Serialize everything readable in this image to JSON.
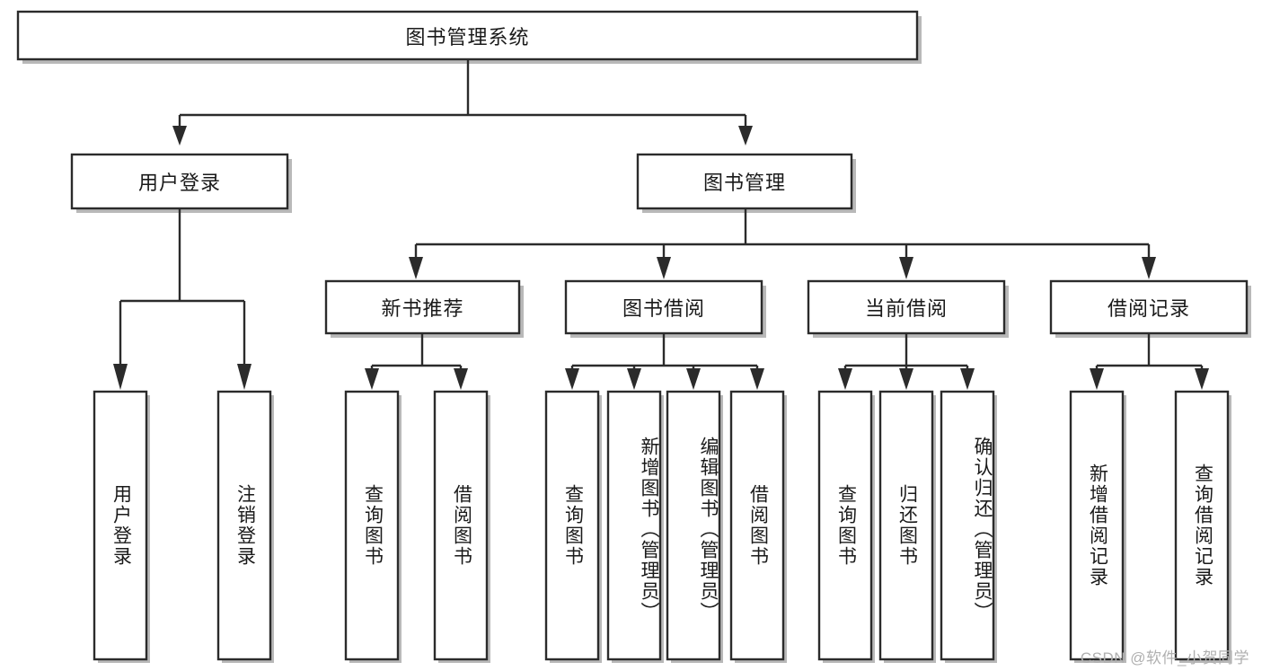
{
  "diagram": {
    "type": "tree-hierarchy",
    "title": "图书管理系统",
    "watermark": "CSDN @软件_小贺同学",
    "colors": {
      "stroke": "#2b2b2b",
      "fill": "#ffffff",
      "text": "#1a1a1a",
      "shadow": "#b9b9b9",
      "watermark": "#b0b0b0"
    },
    "levels": {
      "root": {
        "label": "图书管理系统"
      },
      "level2": [
        {
          "label": "用户登录"
        },
        {
          "label": "图书管理"
        }
      ],
      "level3": [
        {
          "label": "新书推荐"
        },
        {
          "label": "图书借阅"
        },
        {
          "label": "当前借阅"
        },
        {
          "label": "借阅记录"
        }
      ],
      "leaves": {
        "user_login": [
          {
            "label": "用户登录"
          },
          {
            "label": "注销登录"
          }
        ],
        "new_book_recommend": [
          {
            "label": "查询图书"
          },
          {
            "label": "借阅图书"
          }
        ],
        "book_borrow": [
          {
            "label": "查询图书"
          },
          {
            "label": "新增图书（管理员）"
          },
          {
            "label": "编辑图书（管理员）"
          },
          {
            "label": "借阅图书"
          }
        ],
        "current_borrow": [
          {
            "label": "查询图书"
          },
          {
            "label": "归还图书"
          },
          {
            "label": "确认归还（管理员）"
          }
        ],
        "borrow_record": [
          {
            "label": "新增借阅记录"
          },
          {
            "label": "查询借阅记录"
          }
        ]
      }
    }
  }
}
